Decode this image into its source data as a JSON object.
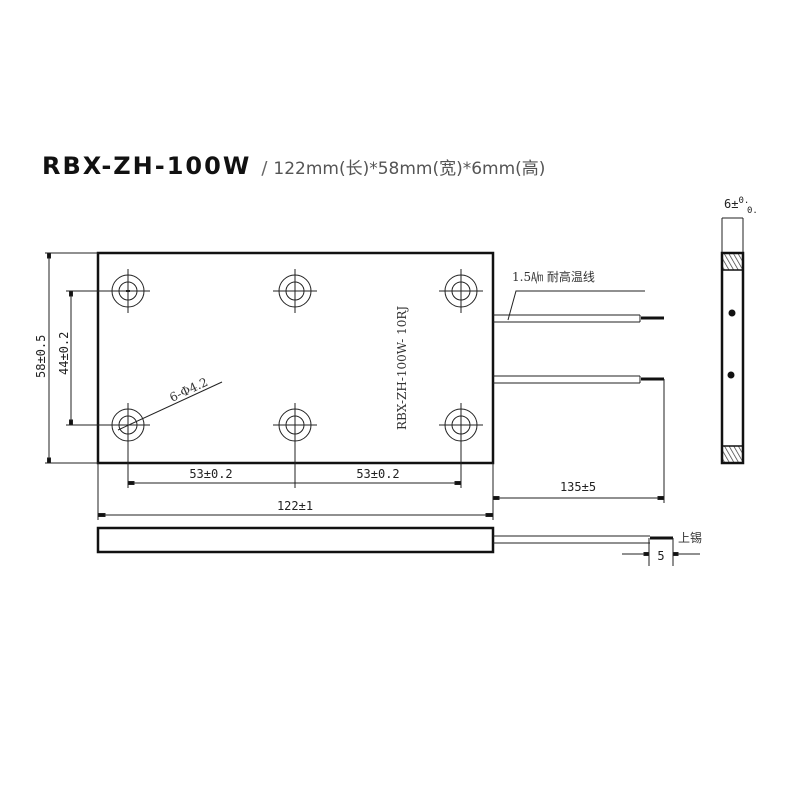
{
  "title": {
    "model": "RBX-ZH-100W",
    "separator": "/",
    "dimensions": "122mm(长)*58mm(宽)*6mm(高)"
  },
  "drawing": {
    "plate_label": "RBX-ZH-100W- 10RJ",
    "hole_callout": "6-Φ4.2",
    "wire_label": "1.5㏟ 耐高温线",
    "tin_label": "上锡",
    "dimensions": {
      "overall_width": "58±0.5",
      "hole_spacing_vertical": "44±0.2",
      "hole_spacing_left": "53±0.2",
      "hole_spacing_right": "53±0.2",
      "overall_length": "122±1",
      "wire_length": "135±5",
      "tin_length": "5",
      "thickness": "6±0."
    },
    "thickness_tolerance": "0.",
    "colors": {
      "line": "#111111",
      "text": "#222222"
    }
  }
}
